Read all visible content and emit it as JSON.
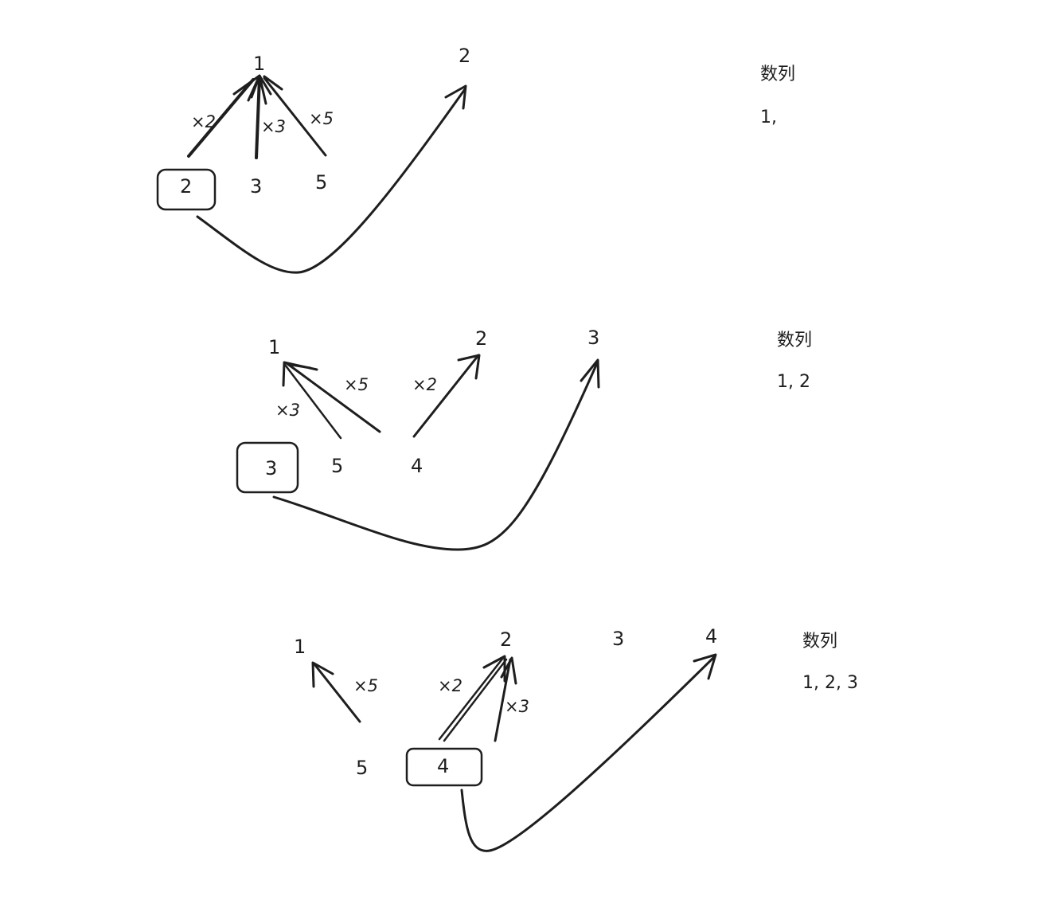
{
  "steps": [
    {
      "nodes": {
        "n1": "1",
        "n2_target": "2",
        "n2_box": "2",
        "n3": "3",
        "n5": "5"
      },
      "labels": {
        "x2": "×2",
        "x3": "×3",
        "x5": "×5"
      },
      "sequence": {
        "title": "数列",
        "value": "1,"
      }
    },
    {
      "nodes": {
        "n1": "1",
        "n2": "2",
        "n3_target": "3",
        "n3_box": "3",
        "n5": "5",
        "n4": "4"
      },
      "labels": {
        "x3": "×3",
        "x5": "×5",
        "x2": "×2"
      },
      "sequence": {
        "title": "数列",
        "value": "1, 2"
      }
    },
    {
      "nodes": {
        "n1": "1",
        "n2": "2",
        "n3": "3",
        "n4_target": "4",
        "n5": "5",
        "n4_box": "4"
      },
      "labels": {
        "x5": "×5",
        "x2": "×2",
        "x3": "×3"
      },
      "sequence": {
        "title": "数列",
        "value": "1, 2, 3"
      }
    }
  ]
}
